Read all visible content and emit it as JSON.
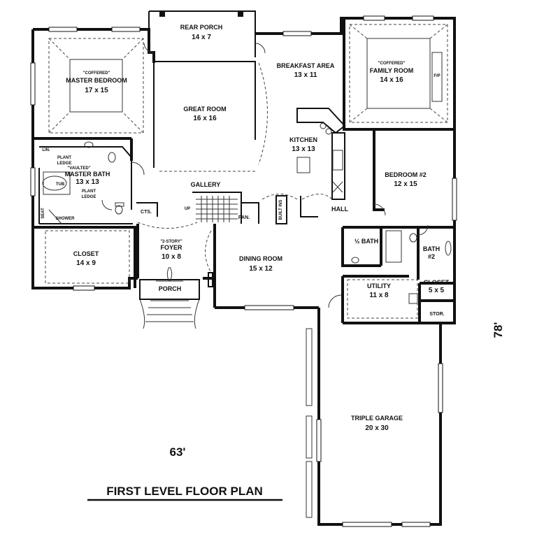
{
  "title": "FIRST LEVEL FLOOR PLAN",
  "dimensions": {
    "width": "63'",
    "depth": "78'"
  },
  "rooms": {
    "rear_porch": {
      "name": "REAR PORCH",
      "size": "14 x 7"
    },
    "master_bedroom": {
      "note": "\"COFFERED\"",
      "name": "MASTER BEDROOM",
      "size": "17 x 15"
    },
    "great_room": {
      "name": "GREAT ROOM",
      "size": "16 x 16"
    },
    "breakfast_area": {
      "name": "BREAKFAST AREA",
      "size": "13 x 11"
    },
    "family_room": {
      "note": "\"COFFERED\"",
      "name": "FAMILY ROOM",
      "size": "14 x 16",
      "fireplace": "F/P"
    },
    "kitchen": {
      "name": "KITCHEN",
      "size": "13 x 13"
    },
    "master_bath": {
      "note": "\"VAULTED\"",
      "name": "MASTER BATH",
      "size": "13 x 13"
    },
    "bedroom2": {
      "name": "BEDROOM #2",
      "size": "12 x 15"
    },
    "gallery": {
      "name": "GALLERY"
    },
    "hall": {
      "name": "HALL"
    },
    "closet_master": {
      "name": "CLOSET",
      "size": "14 x 9"
    },
    "foyer": {
      "note": "\"2-STORY\"",
      "name": "FOYER",
      "size": "10 x 8"
    },
    "dining_room": {
      "name": "DINING ROOM",
      "size": "15 x 12"
    },
    "half_bath": {
      "name": "½ BATH"
    },
    "bath2": {
      "name": "BATH",
      "size": "#2"
    },
    "utility": {
      "name": "UTILITY",
      "size": "11 x 8"
    },
    "closet_small": {
      "name": "CLOSET",
      "size": "5 x 5"
    },
    "storage": {
      "name": "STOR."
    },
    "porch": {
      "name": "PORCH"
    },
    "garage": {
      "name": "TRIPLE GARAGE",
      "size": "20 x 30"
    }
  },
  "fixtures": {
    "lin": "LIN.",
    "plant_ledge_top": [
      "PLANT",
      "LEDGE"
    ],
    "plant_ledge_bottom": [
      "PLANT",
      "LEDGE"
    ],
    "tub": "TUB",
    "seat": "SEAT",
    "shower": "SHOWER",
    "cts": "CTS.",
    "up": "UP",
    "pan": "PAN.",
    "built_ins": "BUILT INS"
  }
}
